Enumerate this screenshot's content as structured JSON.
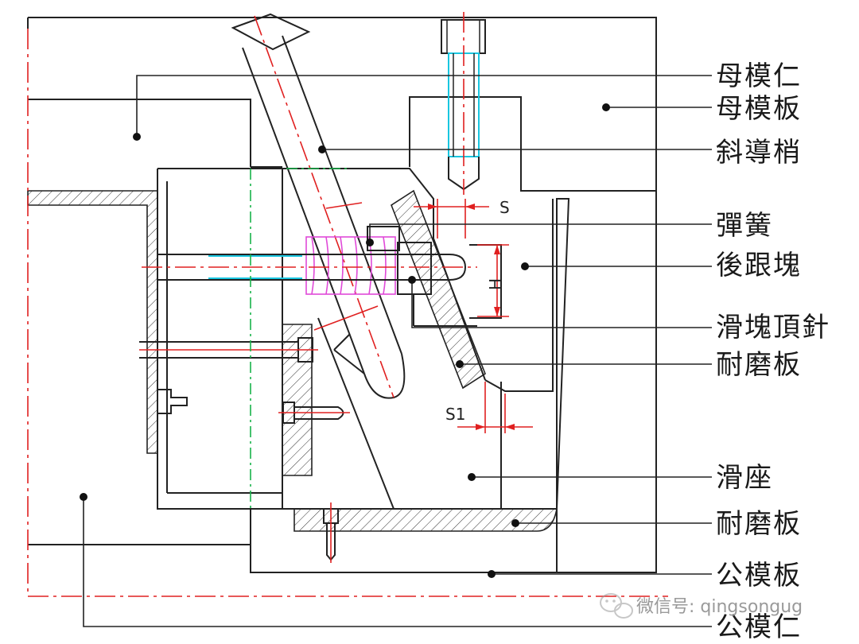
{
  "labels": [
    {
      "id": "cavity-insert",
      "text": "母模仁"
    },
    {
      "id": "cavity-plate",
      "text": "母模板"
    },
    {
      "id": "angle-pin",
      "text": "斜導梢"
    },
    {
      "id": "spring",
      "text": "彈簧"
    },
    {
      "id": "heel-block",
      "text": "後跟塊"
    },
    {
      "id": "slide-ejector-pin",
      "text": "滑塊頂針"
    },
    {
      "id": "wear-plate-1",
      "text": "耐磨板"
    },
    {
      "id": "slide-base",
      "text": "滑座"
    },
    {
      "id": "wear-plate-2",
      "text": "耐磨板"
    },
    {
      "id": "core-plate",
      "text": "公模板"
    },
    {
      "id": "core-insert",
      "text": "公模仁"
    }
  ],
  "dimensions": {
    "s": "S",
    "h": "H",
    "s1": "S1"
  },
  "watermark": {
    "text": "微信号: qingsongug",
    "icon": "wechat-icon"
  },
  "colors": {
    "outline": "#222222",
    "centerline": "#e02020",
    "green_centerline": "#19b34a",
    "cyan_pin": "#19c6e0",
    "spring": "#e04ad8",
    "watermark": "#9a9a9a"
  }
}
